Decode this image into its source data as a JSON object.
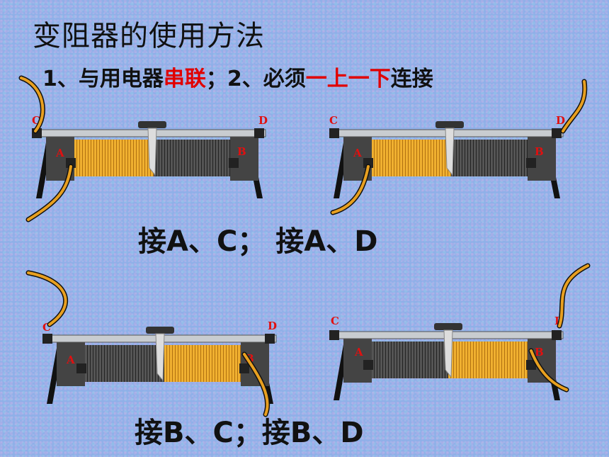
{
  "title": "变阻器的使用方法",
  "subtitle": {
    "part1": "1、与用电器",
    "highlight1": "串联",
    "part2": "；2、必须",
    "highlight2": "一上一下",
    "part3": "连接"
  },
  "captions": {
    "top": "接A、C； 接A、D",
    "bottom": "接B、C；接B、D"
  },
  "terminal_labels": {
    "a": "A",
    "b": "B",
    "c": "C",
    "d": "D"
  },
  "colors": {
    "label_red": "#e01010",
    "wire": "#e8a020",
    "active_coil": "#f0b030",
    "idle_coil": "#505050"
  }
}
